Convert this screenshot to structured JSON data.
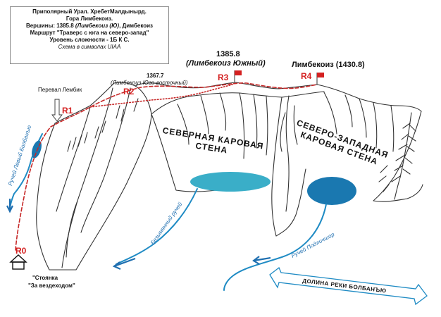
{
  "info": {
    "line1": "Приполярный Урал. ХребетМалдынырд.",
    "line2": "Гора Лимбекоиз.",
    "line3_prefix": "Вершины: 1385.8 ",
    "line3_italic": "(Лимбекоиз (Ю)",
    "line3_suffix": ", Димбекоиз",
    "line4": "Маршрут \"Траверс с юга на северо-запад\"",
    "line5": "Уровень сложности - 1Б К С.",
    "line6": "Схема в символах UIAA"
  },
  "peaks": {
    "south_height": "1385.8",
    "south_name": "(Лимбекоиз Южный)",
    "southeast_height": "1367.7",
    "southeast_name": "(Лимбекоиз Юго-восточный)",
    "main_name": "Лимбекоиз (1430.8)"
  },
  "route_points": [
    "R0",
    "R1",
    "R2",
    "R3",
    "R4"
  ],
  "labels": {
    "pass": "Перевал Лембик",
    "north_wall_1": "СЕВЕРНАЯ КАРОВАЯ",
    "north_wall_2": "СТЕНА",
    "nw_wall_1": "СЕВЕРО-ЗАПАДНАЯ",
    "nw_wall_2": "КАРОВАЯ СТЕНА",
    "stream_left": "Ручей Левый Болбанъю",
    "stream_unnamed": "Безымянный ручей",
    "stream_podlich": "Ручей Подличшор",
    "camp_1": "\"Стоянка",
    "camp_2": "\"За вездеходом\"",
    "valley": "ДОЛИНА РЕКИ БОЛБАНЪЮ"
  },
  "colors": {
    "route": "#c62828",
    "flag": "#d42020",
    "water": "#1f8bc4",
    "lake_light": "#3aaec8",
    "lake_dark": "#1a78b0",
    "ridge": "#333333"
  }
}
